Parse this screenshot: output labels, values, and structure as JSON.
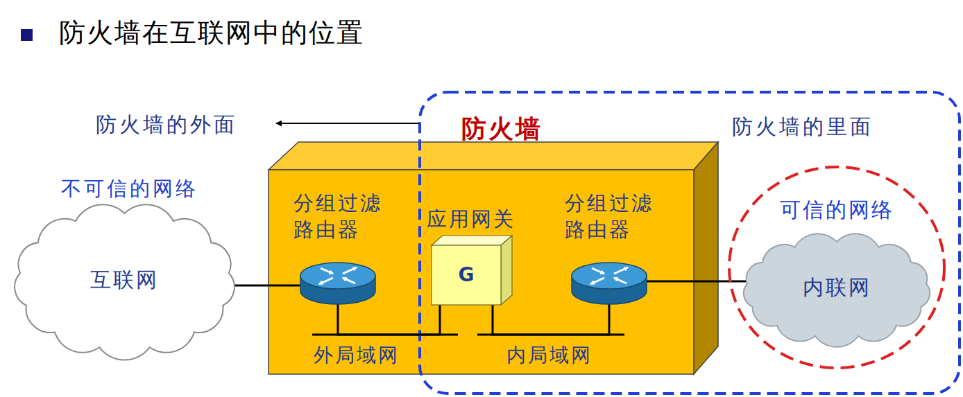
{
  "diagram": {
    "title": "防火墙在互联网中的位置",
    "nodes": [
      {
        "text": [
          "互联网"
        ]
      },
      {
        "text": [
          "防火墙"
        ]
      },
      {
        "text": [
          "分组过滤 路由器"
        ],
        "in": 1
      },
      {
        "text": [
          "应用网关",
          "G"
        ],
        "in": 1
      },
      {
        "text": [
          "分组过滤 路由器"
        ],
        "in": 1
      },
      {
        "text": [
          "可信的网络"
        ]
      },
      {
        "text": [
          "内联网"
        ],
        "in": 5
      }
    ],
    "edges": [
      {
        "from": 0,
        "to": 2,
        "arrow": "none"
      },
      {
        "from": 2,
        "to": 3,
        "label": "外局域网",
        "arrow": "none"
      },
      {
        "from": 3,
        "to": 4,
        "label": "内局域网",
        "arrow": "none"
      },
      {
        "from": 4,
        "to": 6,
        "arrow": "none"
      }
    ],
    "labels": [
      "防火墙的外面",
      "防火墙的里面",
      "不可信的网络"
    ]
  }
}
